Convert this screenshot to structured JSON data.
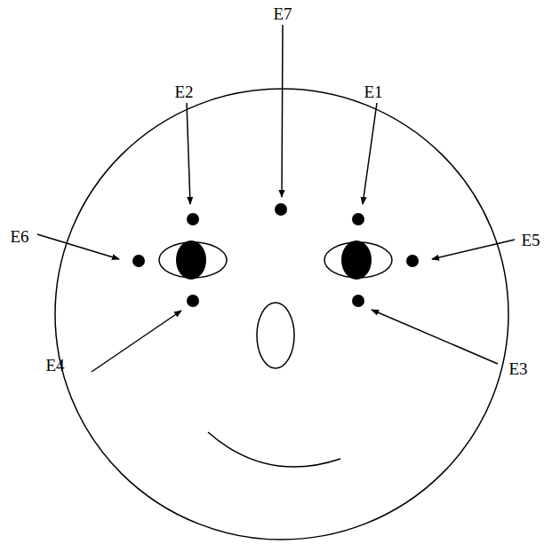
{
  "diagram": {
    "labels": [
      "E7",
      "E2",
      "E1",
      "E6",
      "E5",
      "E4",
      "E3"
    ]
  }
}
